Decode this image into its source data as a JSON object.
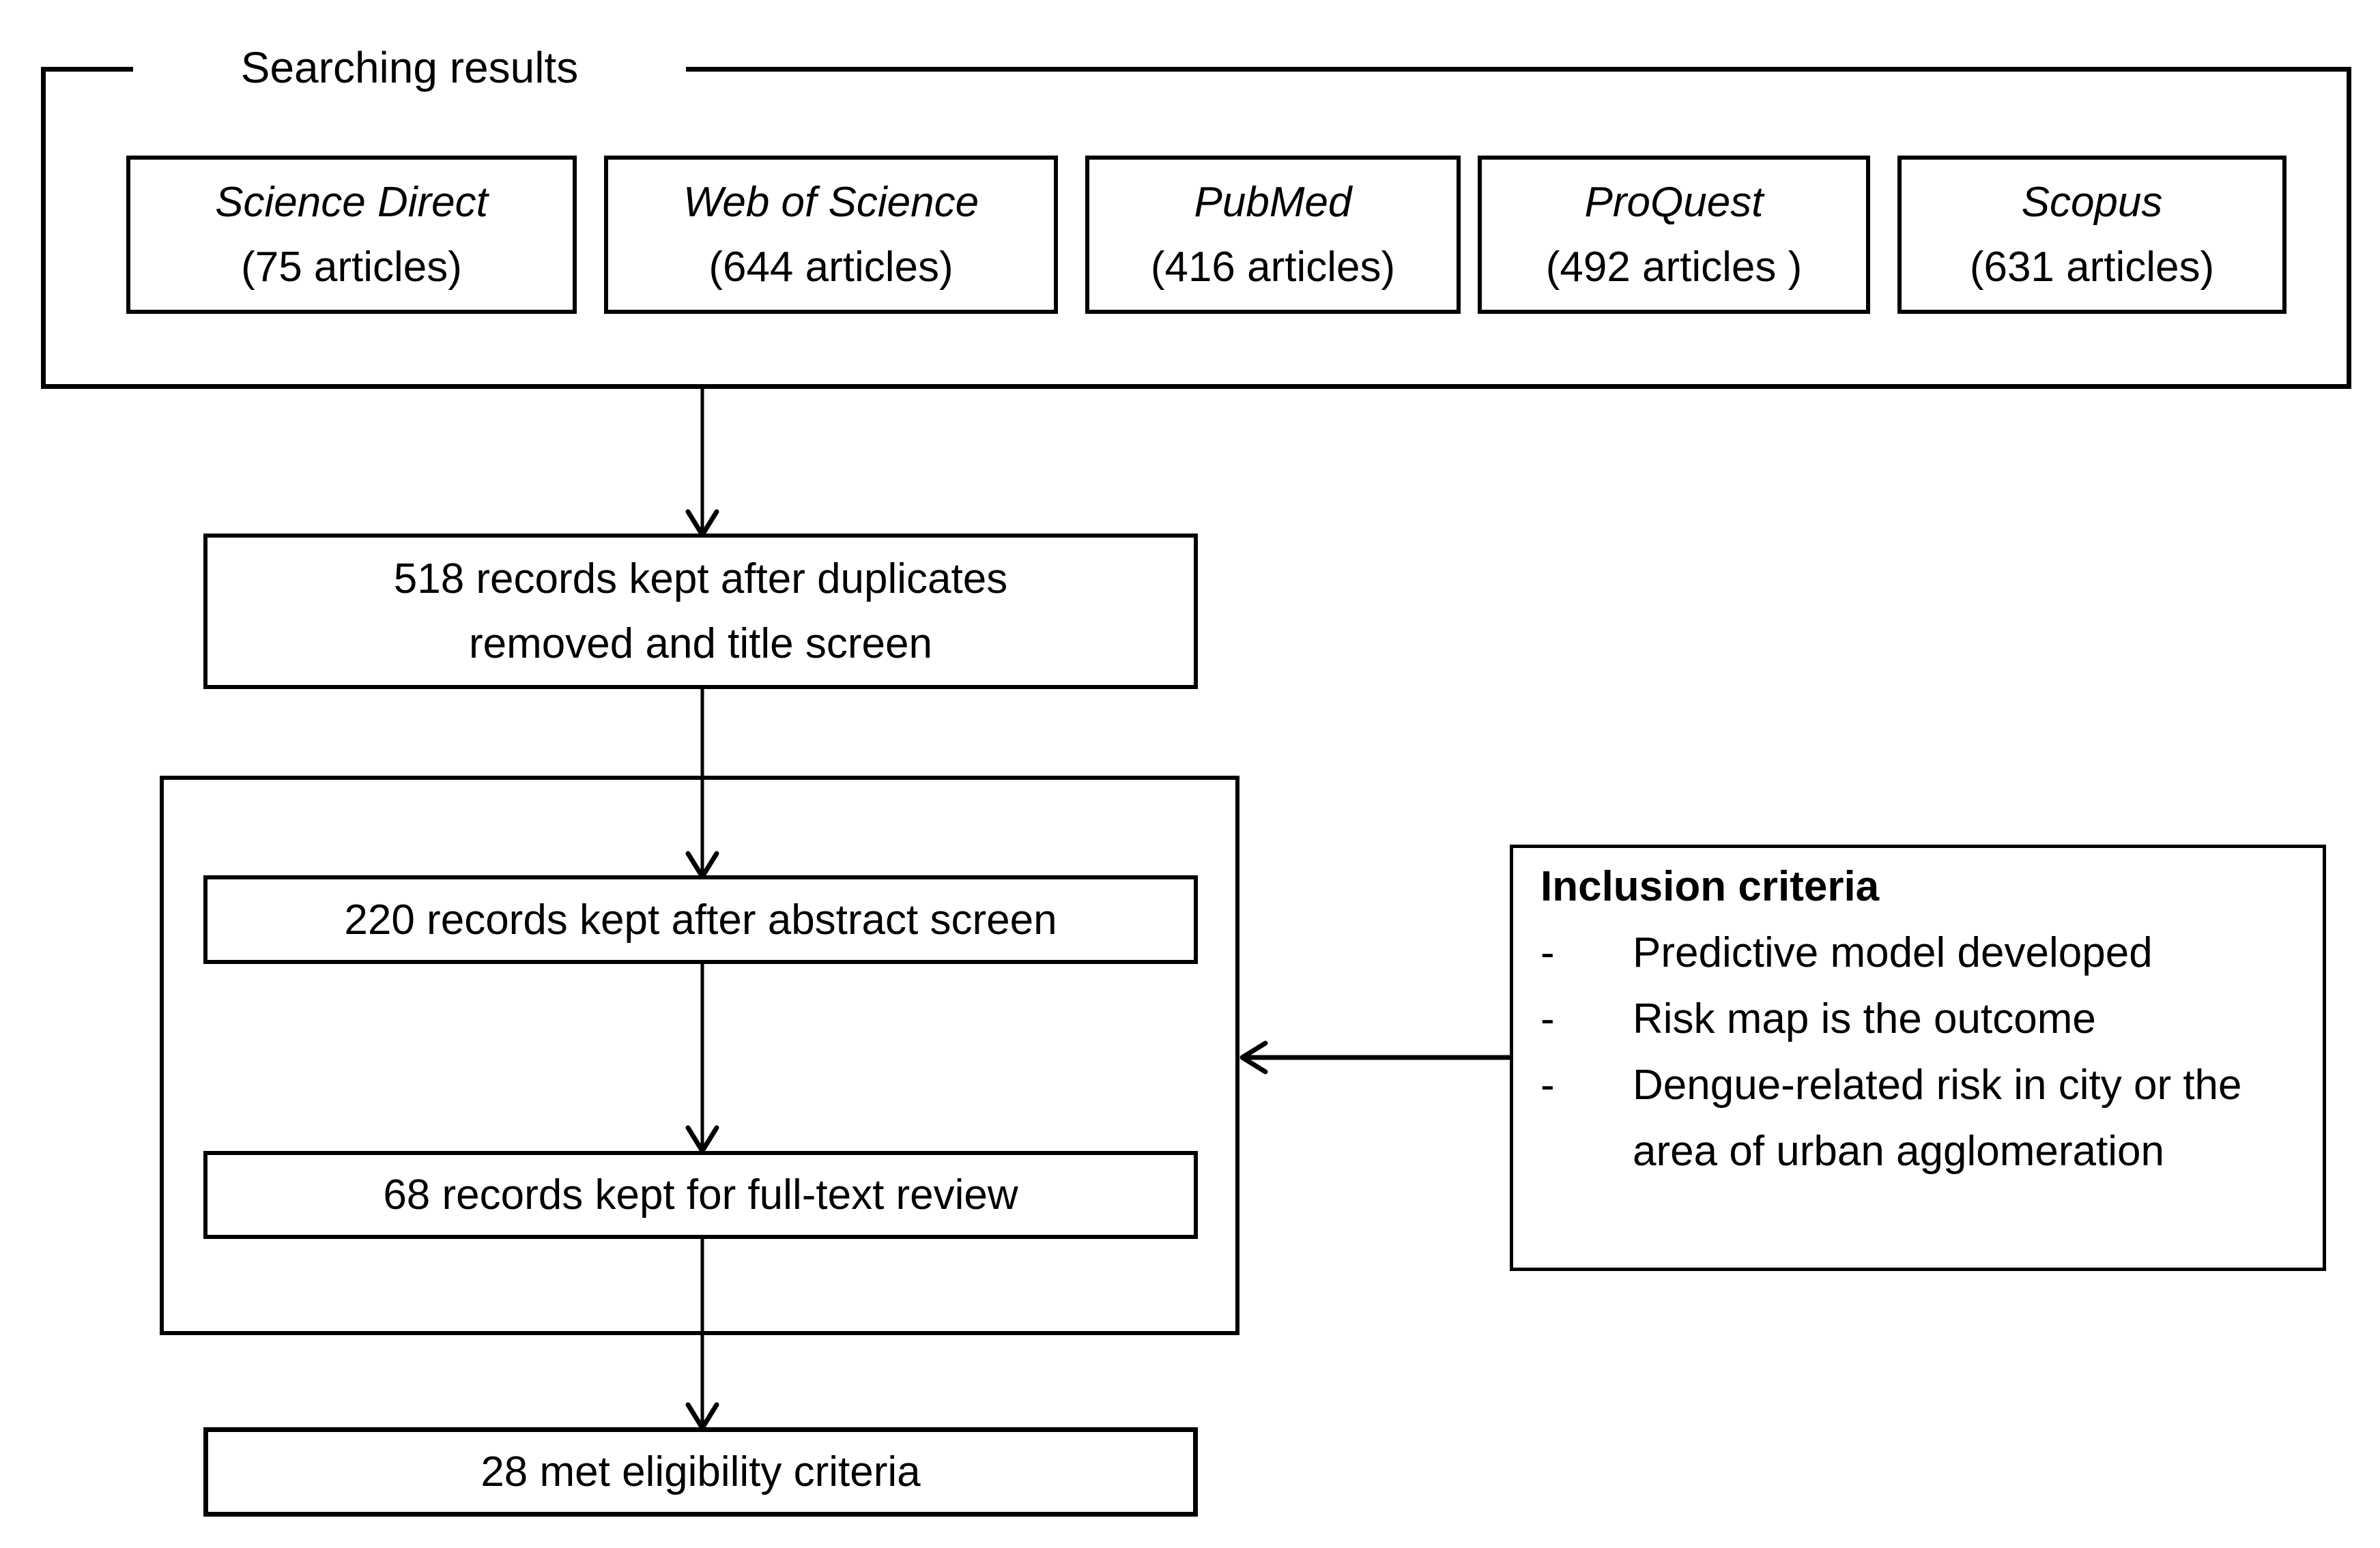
{
  "search_group": {
    "label": "Searching results",
    "databases": [
      {
        "name": "Science Direct",
        "count": "(75 articles)"
      },
      {
        "name": "Web of Science",
        "count": "(644 articles)"
      },
      {
        "name": "PubMed",
        "count": "(416 articles)"
      },
      {
        "name": "ProQuest",
        "count": "(492 articles )"
      },
      {
        "name": "Scopus",
        "count": "(631 articles)"
      }
    ]
  },
  "flow": {
    "dedup_line1": "518 records kept after duplicates",
    "dedup_line2": "removed and title screen",
    "abstract": "220 records kept after abstract screen",
    "fulltext": "68 records kept for full-text review",
    "eligible": "28 met eligibility criteria"
  },
  "inclusion": {
    "title": "Inclusion criteria",
    "bullets": [
      {
        "marker": "-",
        "text": "Predictive model developed"
      },
      {
        "marker": "-",
        "text": "Risk map is the outcome"
      },
      {
        "marker": "-",
        "text": "Dengue-related risk in city or the area of urban agglomeration"
      }
    ]
  },
  "colors": {
    "ink": "#000000",
    "paper": "#ffffff"
  }
}
